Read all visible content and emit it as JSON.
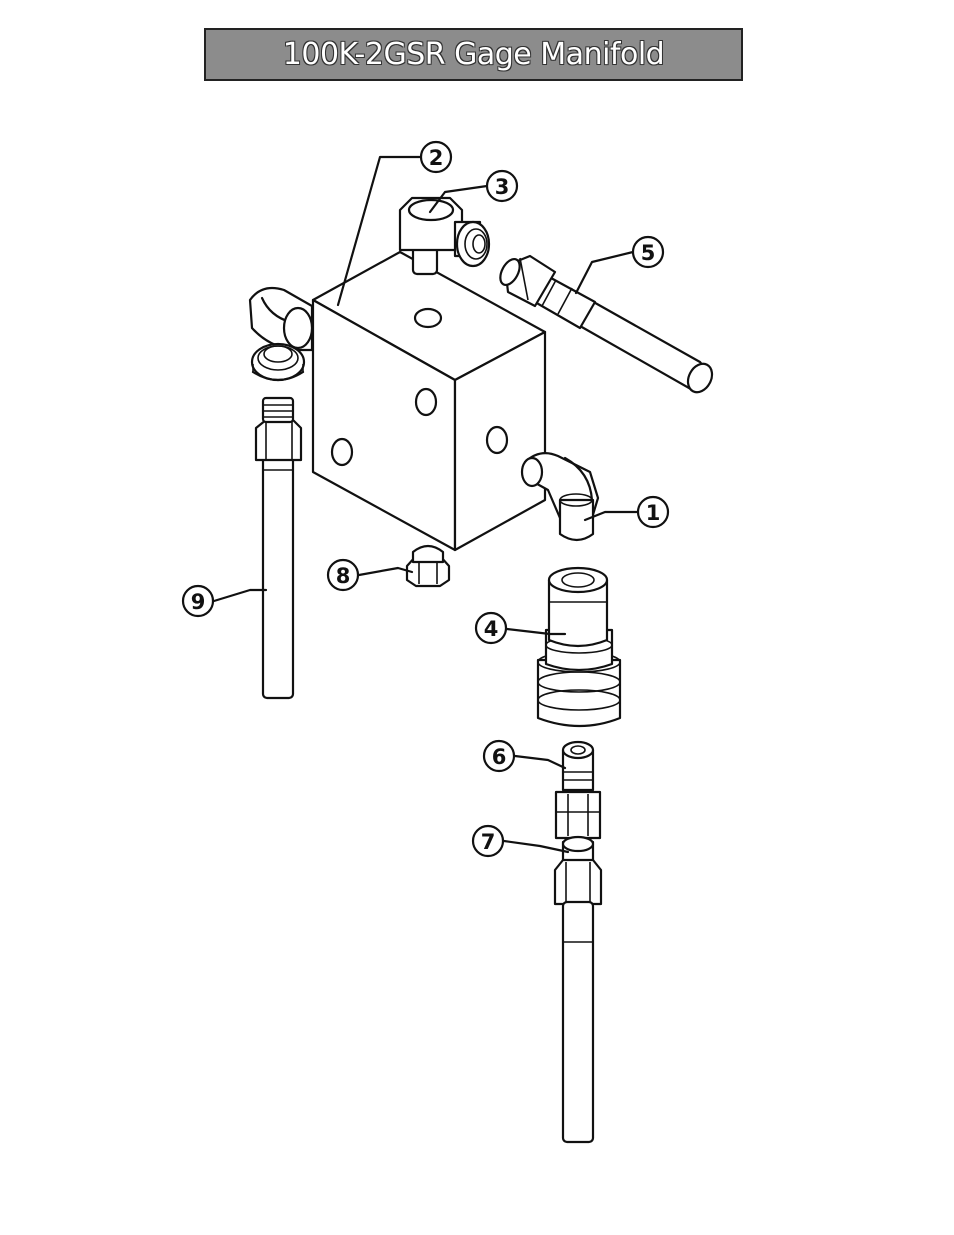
{
  "title": "100K-2GSR Gage Manifold",
  "callouts": [
    {
      "id": "callout-1",
      "label": "1"
    },
    {
      "id": "callout-2",
      "label": "2"
    },
    {
      "id": "callout-3",
      "label": "3"
    },
    {
      "id": "callout-4",
      "label": "4"
    },
    {
      "id": "callout-5",
      "label": "5"
    },
    {
      "id": "callout-6",
      "label": "6"
    },
    {
      "id": "callout-7",
      "label": "7"
    },
    {
      "id": "callout-8",
      "label": "8"
    },
    {
      "id": "callout-9",
      "label": "9"
    }
  ]
}
